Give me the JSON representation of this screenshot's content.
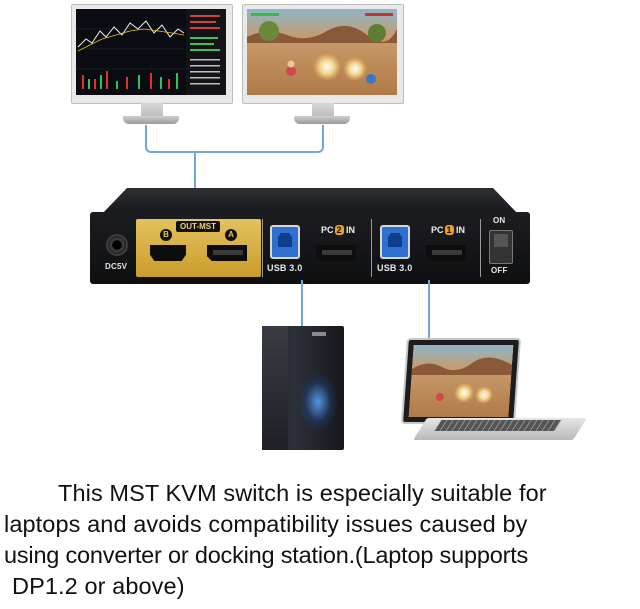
{
  "kvm": {
    "power_label": "DC5V",
    "output_label": "OUT-MST",
    "port_b": "B",
    "port_a": "A",
    "pc2_prefix": "PC",
    "pc2_num": "2",
    "pc2_suffix": "IN",
    "pc1_prefix": "PC",
    "pc1_num": "1",
    "pc1_suffix": "IN",
    "usb_left": "USB 3.0",
    "usb_right": "USB 3.0",
    "switch_on": "ON",
    "switch_off": "OFF"
  },
  "caption": {
    "line1": "This MST KVM switch is especially suitable for",
    "line2": "laptops and avoids compatibility issues caused by",
    "line3": "using converter or docking station.(Laptop supports",
    "line4": "DP1.2 or above)"
  },
  "colors": {
    "gold_panel": "#d9b24a",
    "cable": "#6fa7d6",
    "usb_blue": "#2f6fd0",
    "pc_badge": "#f0a020"
  }
}
